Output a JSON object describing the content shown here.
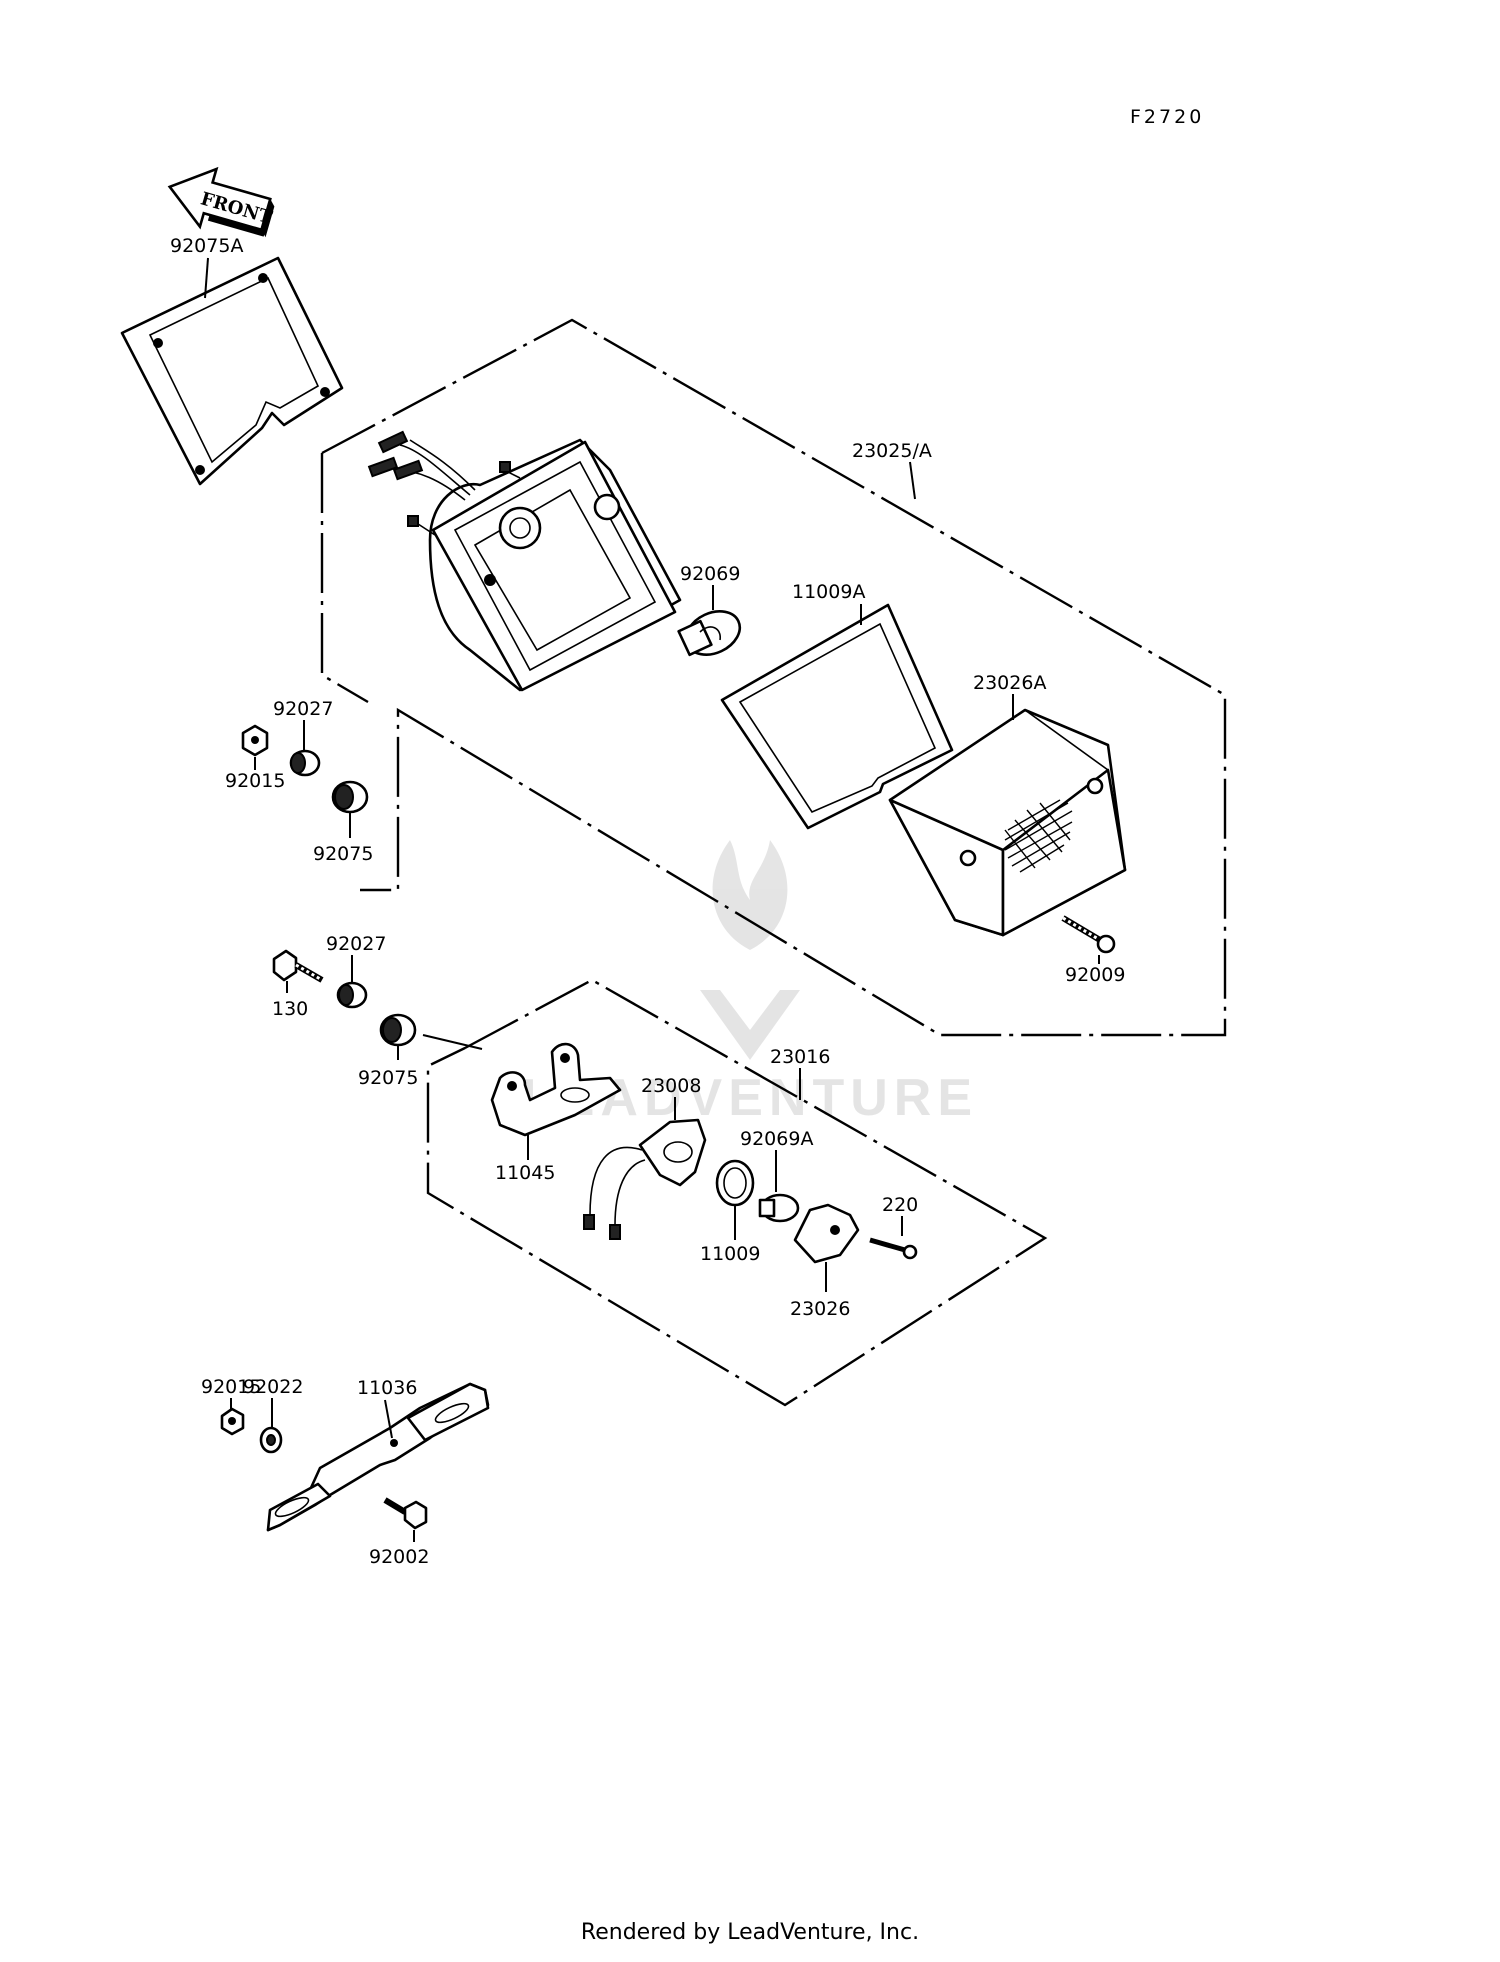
{
  "figure_code": "F2720",
  "front_arrow_label": "FRONT",
  "watermark": "LEADVENTURE",
  "footer": "Rendered by LeadVenture, Inc.",
  "parts": {
    "p92075A": "92075A",
    "p23025A": "23025/A",
    "p92069": "92069",
    "p11009A": "11009A",
    "p23026A": "23026A",
    "p92027a": "92027",
    "p92015a": "92015",
    "p92075a": "92075",
    "p92009": "92009",
    "p92027b": "92027",
    "p130": "130",
    "p92075b": "92075",
    "p23016": "23016",
    "p23008": "23008",
    "p92069A": "92069A",
    "p220": "220",
    "p11045": "11045",
    "p11009": "11009",
    "p23026": "23026",
    "p92015b": "92015",
    "p92022": "92022",
    "p11036": "11036",
    "p92002": "92002"
  }
}
